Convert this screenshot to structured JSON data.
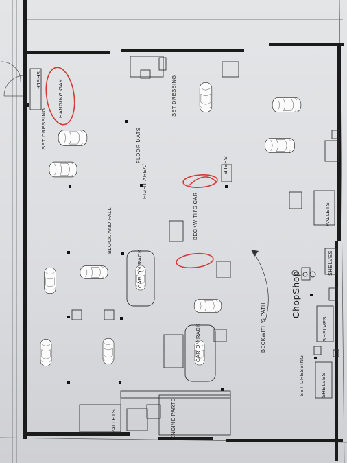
{
  "floor_plan": {
    "title": "ChopShop",
    "labels": {
      "shelf_top": "SHELF",
      "set_dressing_left": "SET DRESSING",
      "hanging_gak": "HANGING GAK",
      "set_dressing_top": "SET DRESSING",
      "floor_mats": "FLOOR MATS",
      "fight_area": "FIGHT AREA/",
      "shelf_mid": "SHELF",
      "beckwiths_car": "BECKWITH'S CAR",
      "pallets_right": "PALLETS",
      "block_and_fall": "BLOCK AND FALL",
      "car_on_rack_1": "CAR ON RACK",
      "car_on_rack_2": "CAR ON RACK",
      "shelves_1": "SHELVES",
      "shelves_2": "SHELVES",
      "shelves_3": "SHELVES",
      "beckwiths_path": "BECKWITH'S PATH",
      "set_dressing_bottom": "SET DRESSING",
      "pallets_bottom": "PALLETS",
      "engine_parts": "ENGINE PARTS"
    },
    "colors": {
      "markup": "#d33a38",
      "ink": "#1b1b1b",
      "paper": "#e2e3e5"
    }
  }
}
